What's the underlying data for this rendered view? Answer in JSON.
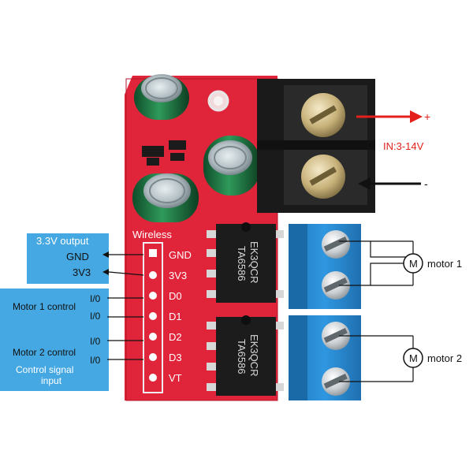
{
  "board": {
    "pcb_header_title": "Wireless",
    "pins": [
      "GND",
      "3V3",
      "D0",
      "D1",
      "D2",
      "D3",
      "VT"
    ],
    "chip_1": [
      "TA6586",
      "EK3QCR"
    ],
    "chip_2": [
      "TA6586",
      "EK3QCR"
    ]
  },
  "left_labels": {
    "output_title": "3.3V output",
    "gnd": "GND",
    "v33": "3V3",
    "motor1_control": "Motor 1 control",
    "motor1_io_1": "I/0",
    "motor1_io_2": "I/0",
    "motor2_control": "Motor 2 control",
    "motor2_io_1": "I/0",
    "motor2_io_2": "I/0",
    "control_signal_line1": "Control signal",
    "control_signal_line2": "input"
  },
  "power": {
    "plus": "+",
    "input_range": "IN:3-14V",
    "minus": "-"
  },
  "motors": {
    "symbol": "M",
    "motor_1": "motor 1",
    "motor_2": "motor 2"
  },
  "colors": {
    "pcb": "#e0243a",
    "label_blue": "#45a8e2",
    "terminal_blue": "#2e8fd6",
    "arrow_red": "#e3201b",
    "input_text": "#e3201b"
  }
}
